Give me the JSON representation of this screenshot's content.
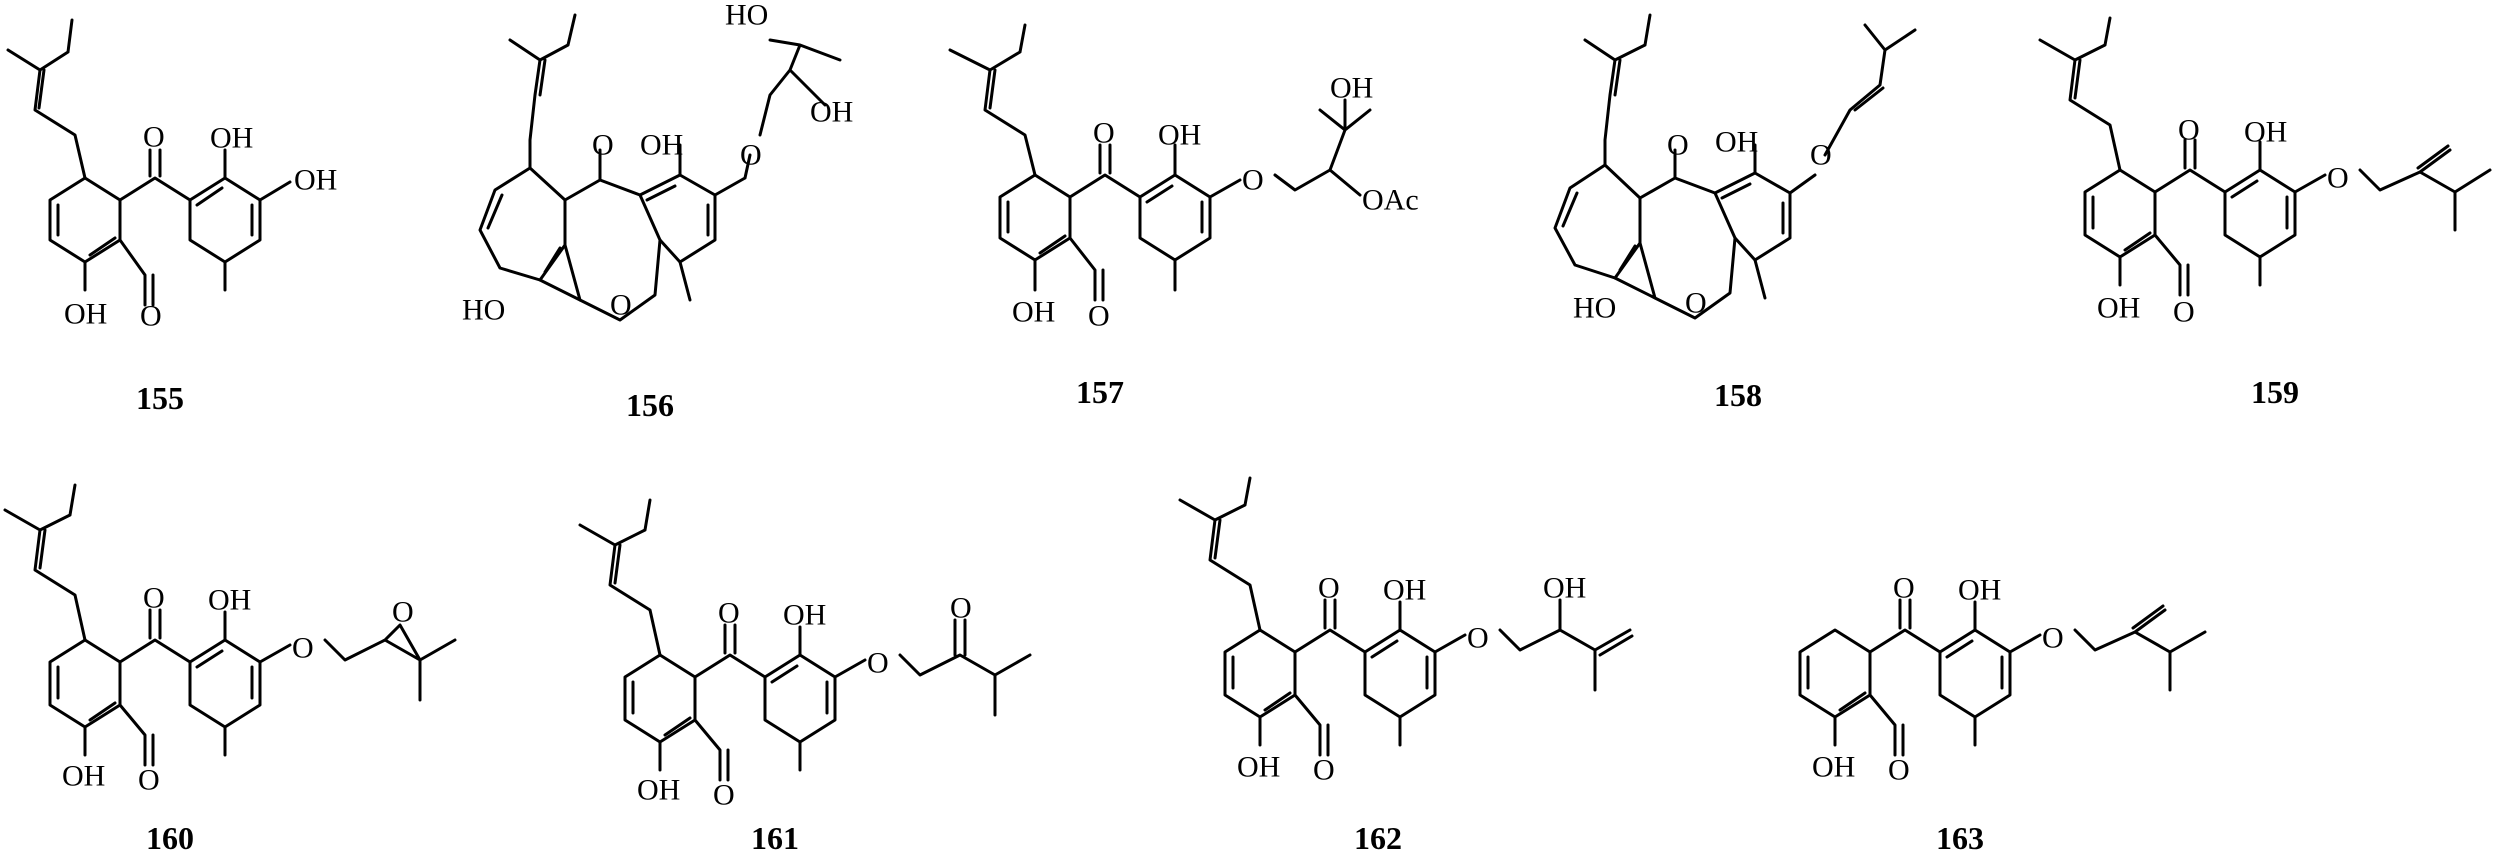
{
  "compounds": [
    {
      "id": "155",
      "oh": "OH",
      "o": "O"
    },
    {
      "id": "156",
      "oh": "OH",
      "o": "O"
    },
    {
      "id": "157",
      "oh": "OH",
      "o": "O",
      "oac": "OAc"
    },
    {
      "id": "158",
      "oh": "OH",
      "o": "O"
    },
    {
      "id": "159",
      "oh": "OH",
      "o": "O"
    },
    {
      "id": "160",
      "oh": "OH",
      "o": "O"
    },
    {
      "id": "161",
      "oh": "OH",
      "o": "O"
    },
    {
      "id": "162",
      "oh": "OH",
      "o": "O"
    },
    {
      "id": "163",
      "oh": "OH",
      "o": "O"
    }
  ],
  "atoms": {
    "ho": "HO"
  }
}
